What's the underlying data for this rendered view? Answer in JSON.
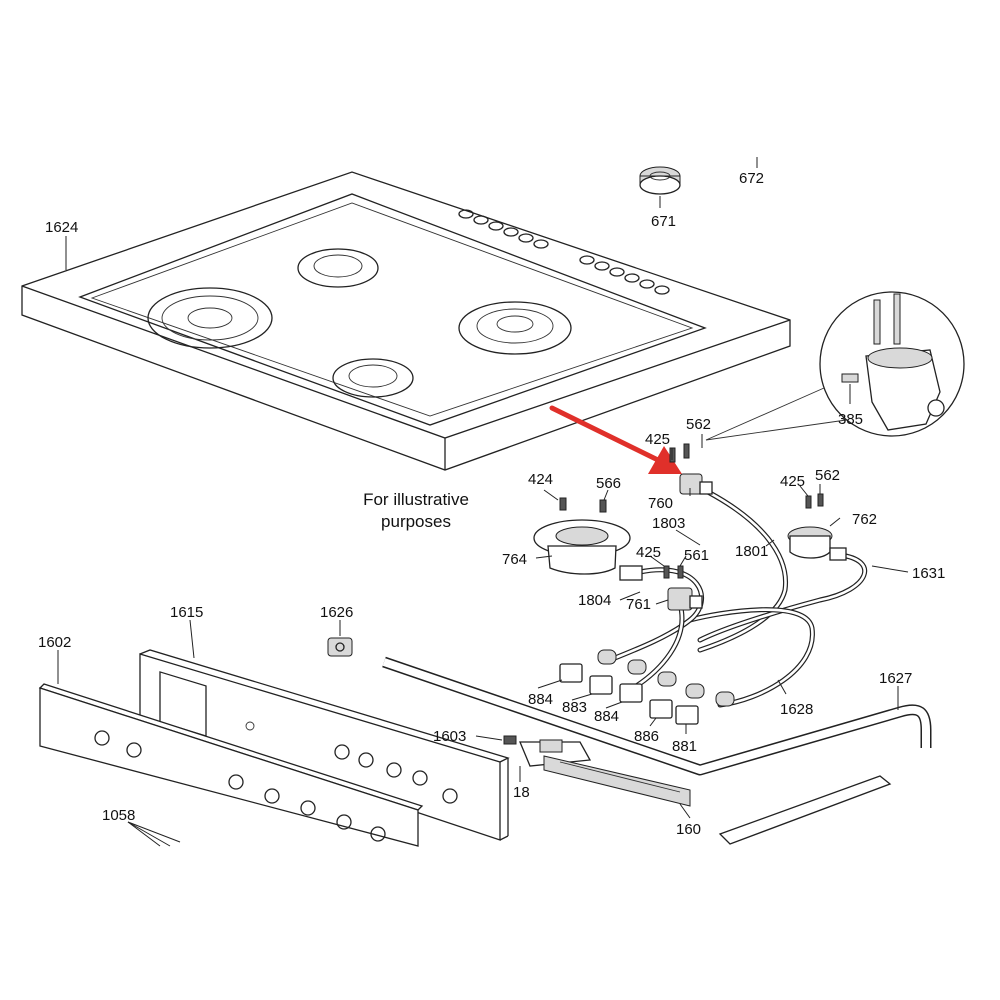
{
  "note": {
    "line1": "For illustrative",
    "line2": "purposes"
  },
  "labels": {
    "p672": "672",
    "p671": "671",
    "p1624": "1624",
    "p385": "385",
    "p562a": "562",
    "p425a": "425",
    "p424": "424",
    "p566": "566",
    "p760": "760",
    "p425b": "425",
    "p562b": "562",
    "p762": "762",
    "p1803": "1803",
    "p425c": "425",
    "p561": "561",
    "p764": "764",
    "p1801": "1801",
    "p1631": "1631",
    "p1804": "1804",
    "p761": "761",
    "p1615": "1615",
    "p1626": "1626",
    "p1602": "1602",
    "p1627": "1627",
    "p884a": "884",
    "p883": "883",
    "p884b": "884",
    "p886": "886",
    "p881": "881",
    "p1628": "1628",
    "p1603": "1603",
    "p18": "18",
    "p1058": "1058",
    "p160": "160"
  },
  "colors": {
    "arrow": "#e0302a",
    "line": "#222222"
  },
  "icons": {
    "pointer": "red-arrow-icon"
  }
}
